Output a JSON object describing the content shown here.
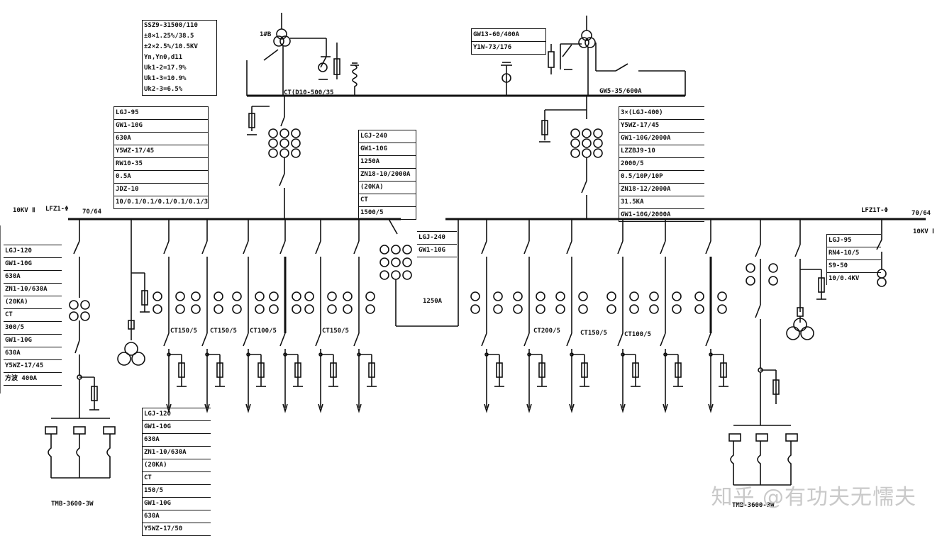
{
  "transformers": {
    "t1": {
      "id": "1#B",
      "spec": [
        "SSZ9-31500/110",
        "±8×1.25%/38.5",
        "±2×2.5%/10.5KV",
        "Yn,Yn0,d11",
        "Uk1-2=17.9%",
        "Uk1-3=10.9%",
        "Uk2-3=6.5%"
      ]
    },
    "t2": {
      "spec": [
        "GW13-60/400A",
        "Y1W-73/176"
      ]
    }
  },
  "labels": {
    "ct_top": "CT(D10-500/35",
    "gw5": "GW5-35/600A",
    "bus_left": "10KV Ⅱ",
    "bus_right": "10KV Ⅰ",
    "lfz_left": "LFZ1-Φ",
    "lfz_right": "LFZ1T-Φ",
    "ratio_left": "70/64",
    "ratio_right": "70/64",
    "bus_tie_current": "1250A",
    "tmb_left": "TMB-3600-3W",
    "tmb_right": "TMB-3600-3W",
    "ct_mid_left": [
      "CT150/5",
      "CT150/5",
      "CT100/5",
      "CT150/5"
    ],
    "ct_mid_right": [
      "CT200/5",
      "CT150/5",
      "CT100/5"
    ]
  },
  "tables": {
    "left_incomer": [
      "LGJ-95",
      "GW1-10G",
      "630A",
      "Y5WZ-17/45",
      "RW10-35",
      "0.5A",
      "JDZ-10",
      "10/0.1/0.1/0.1/0.1/0.1/3"
    ],
    "bus_tie": [
      "LGJ-240",
      "GW1-10G",
      "1250A",
      "ZN18-10/2000A",
      "(20KA)",
      "CT",
      "1500/5"
    ],
    "bus_tie_right": [
      "LGJ-240",
      "GW1-10G"
    ],
    "right_incomer": [
      "3×(LGJ-400)",
      "Y5WZ-17/45",
      "GW1-10G/2000A",
      "LZZBJ9-10",
      "2000/5",
      "0.5/10P/10P",
      "ZN18-12/2000A",
      "31.5KA",
      "GW1-10G/2000A"
    ],
    "left_feeder": [
      "LGJ-120",
      "GW1-10G",
      "630A",
      "ZN1-10/630A",
      "(20KA)",
      "CT",
      "300/5",
      "GW1-10G",
      "630A",
      "Y5WZ-17/45",
      "方波 400A"
    ],
    "bottom_feeder": [
      "LGJ-120",
      "GW1-10G",
      "630A",
      "ZN1-10/630A",
      "(20KA)",
      "CT",
      "150/5",
      "GW1-10G",
      "630A",
      "Y5WZ-17/50"
    ],
    "right_aux": [
      "LGJ-95",
      "RN4-10/5",
      "S9-50",
      "10/0.4KV"
    ]
  },
  "watermark": "知乎 @有功夫无懦夫"
}
